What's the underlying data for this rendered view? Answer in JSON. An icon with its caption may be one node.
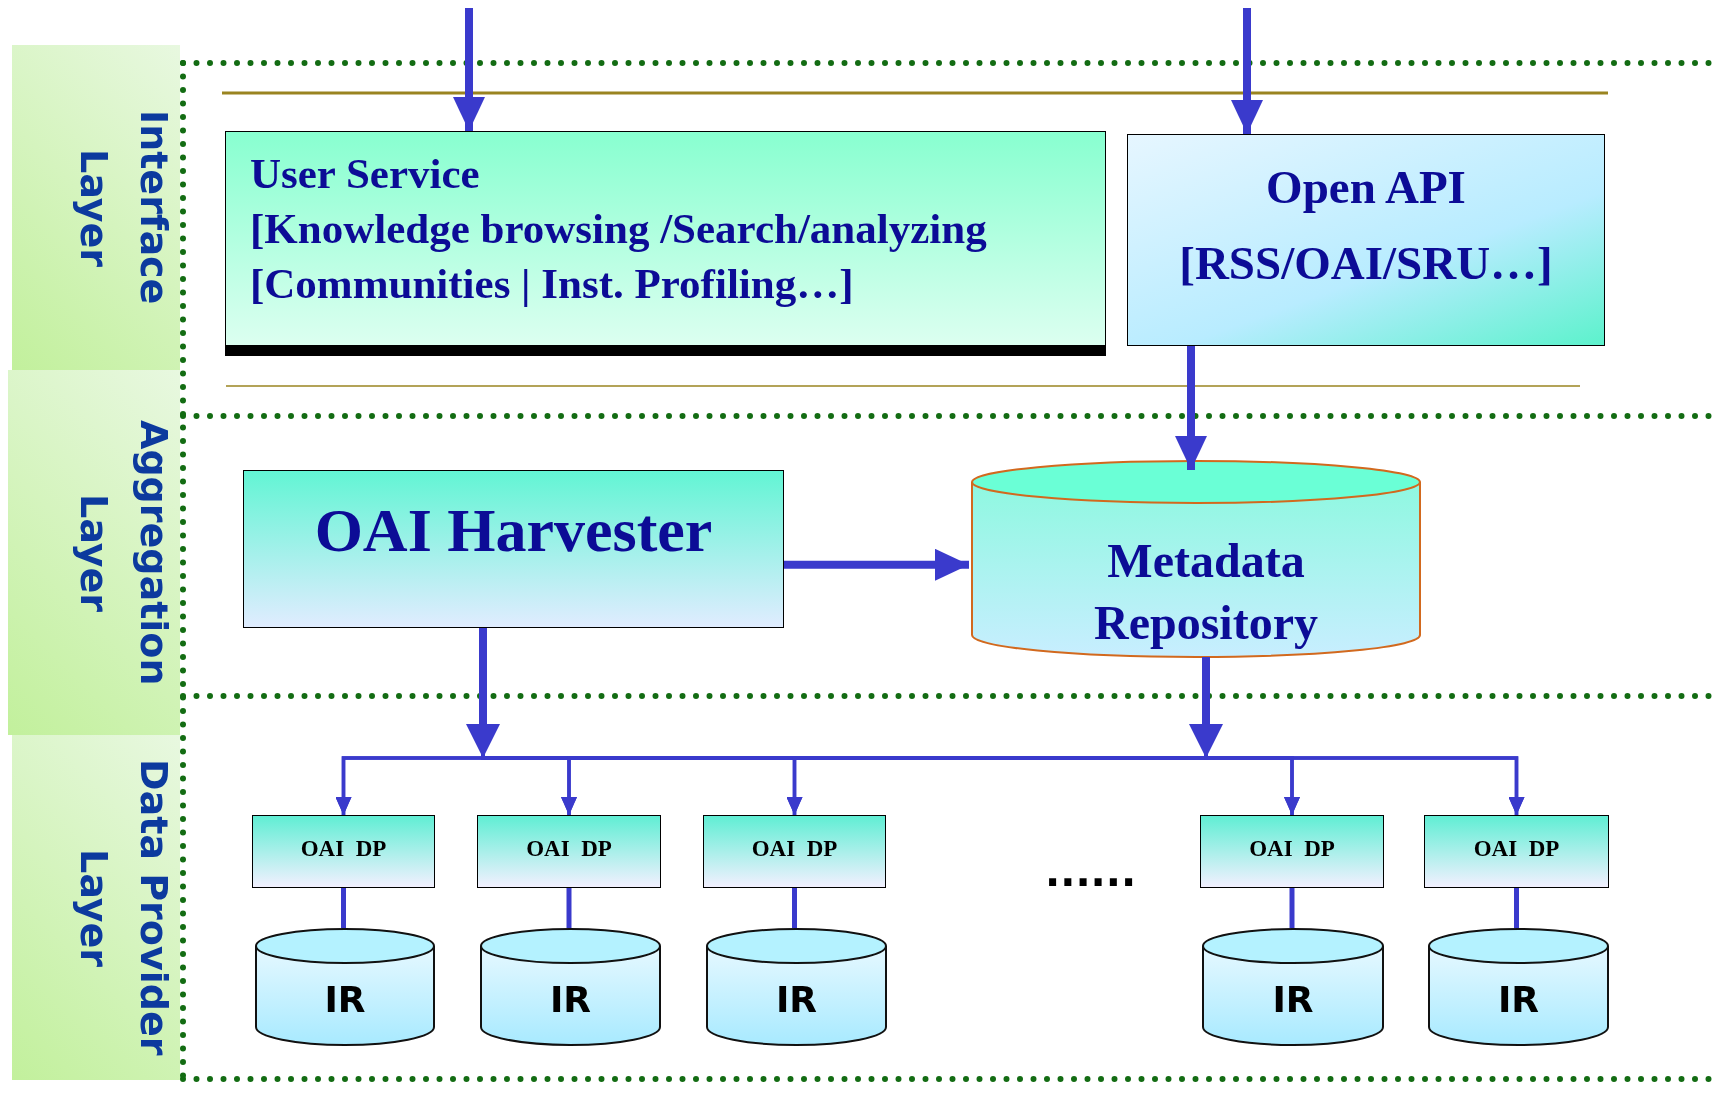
{
  "diagram": {
    "nodes": [
      {
        "text": [
          "Interface Layer"
        ]
      },
      {
        "text": [
          "Aggregation Layer"
        ]
      },
      {
        "text": [
          "Data Provider Layer"
        ]
      },
      {
        "text": [
          "User Service",
          "[Knowledge browsing /Search/analyzing",
          "[Communities  | Inst. Profiling…]"
        ]
      },
      {
        "text": [
          "Open API",
          "[RSS/OAI/SRU…]"
        ]
      },
      {
        "text": [
          "OAI Harvester"
        ]
      },
      {
        "text": [
          "Metadata Repository"
        ]
      },
      {
        "text": [
          "OAI  DP"
        ]
      },
      {
        "text": [
          "OAI  DP"
        ]
      },
      {
        "text": [
          "OAI  DP"
        ]
      },
      {
        "text": [
          "OAI  DP"
        ]
      },
      {
        "text": [
          "OAI  DP"
        ]
      },
      {
        "text": [
          "IR"
        ]
      },
      {
        "text": [
          "IR"
        ]
      },
      {
        "text": [
          "IR"
        ]
      },
      {
        "text": [
          "IR"
        ]
      },
      {
        "text": [
          "IR"
        ]
      }
    ],
    "edges": [
      {
        "from": null,
        "to": 3,
        "arrow": "to",
        "style": "thick"
      },
      {
        "from": null,
        "to": 4,
        "arrow": "to",
        "style": "thick"
      },
      {
        "from": 4,
        "to": 6,
        "arrow": "to",
        "style": "thick"
      },
      {
        "from": 5,
        "to": 6,
        "arrow": "to",
        "style": "thick"
      },
      {
        "from": 5,
        "to": 7,
        "arrow": "to"
      },
      {
        "from": 5,
        "to": 8,
        "arrow": "to"
      },
      {
        "from": 5,
        "to": 9,
        "arrow": "to"
      },
      {
        "from": 5,
        "to": 10,
        "arrow": "to"
      },
      {
        "from": 5,
        "to": 11,
        "arrow": "to"
      },
      {
        "from": 6,
        "to": 7,
        "arrow": "to"
      },
      {
        "from": 6,
        "to": 8,
        "arrow": "to"
      },
      {
        "from": 6,
        "to": 9,
        "arrow": "to"
      },
      {
        "from": 6,
        "to": 10,
        "arrow": "to"
      },
      {
        "from": 6,
        "to": 11,
        "arrow": "to"
      },
      {
        "from": 7,
        "to": 12,
        "arrow": "none"
      },
      {
        "from": 8,
        "to": 13,
        "arrow": "none"
      },
      {
        "from": 9,
        "to": 14,
        "arrow": "none"
      },
      {
        "from": 10,
        "to": 15,
        "arrow": "none"
      },
      {
        "from": 11,
        "to": 16,
        "arrow": "none"
      }
    ],
    "labels": [
      "......"
    ]
  }
}
